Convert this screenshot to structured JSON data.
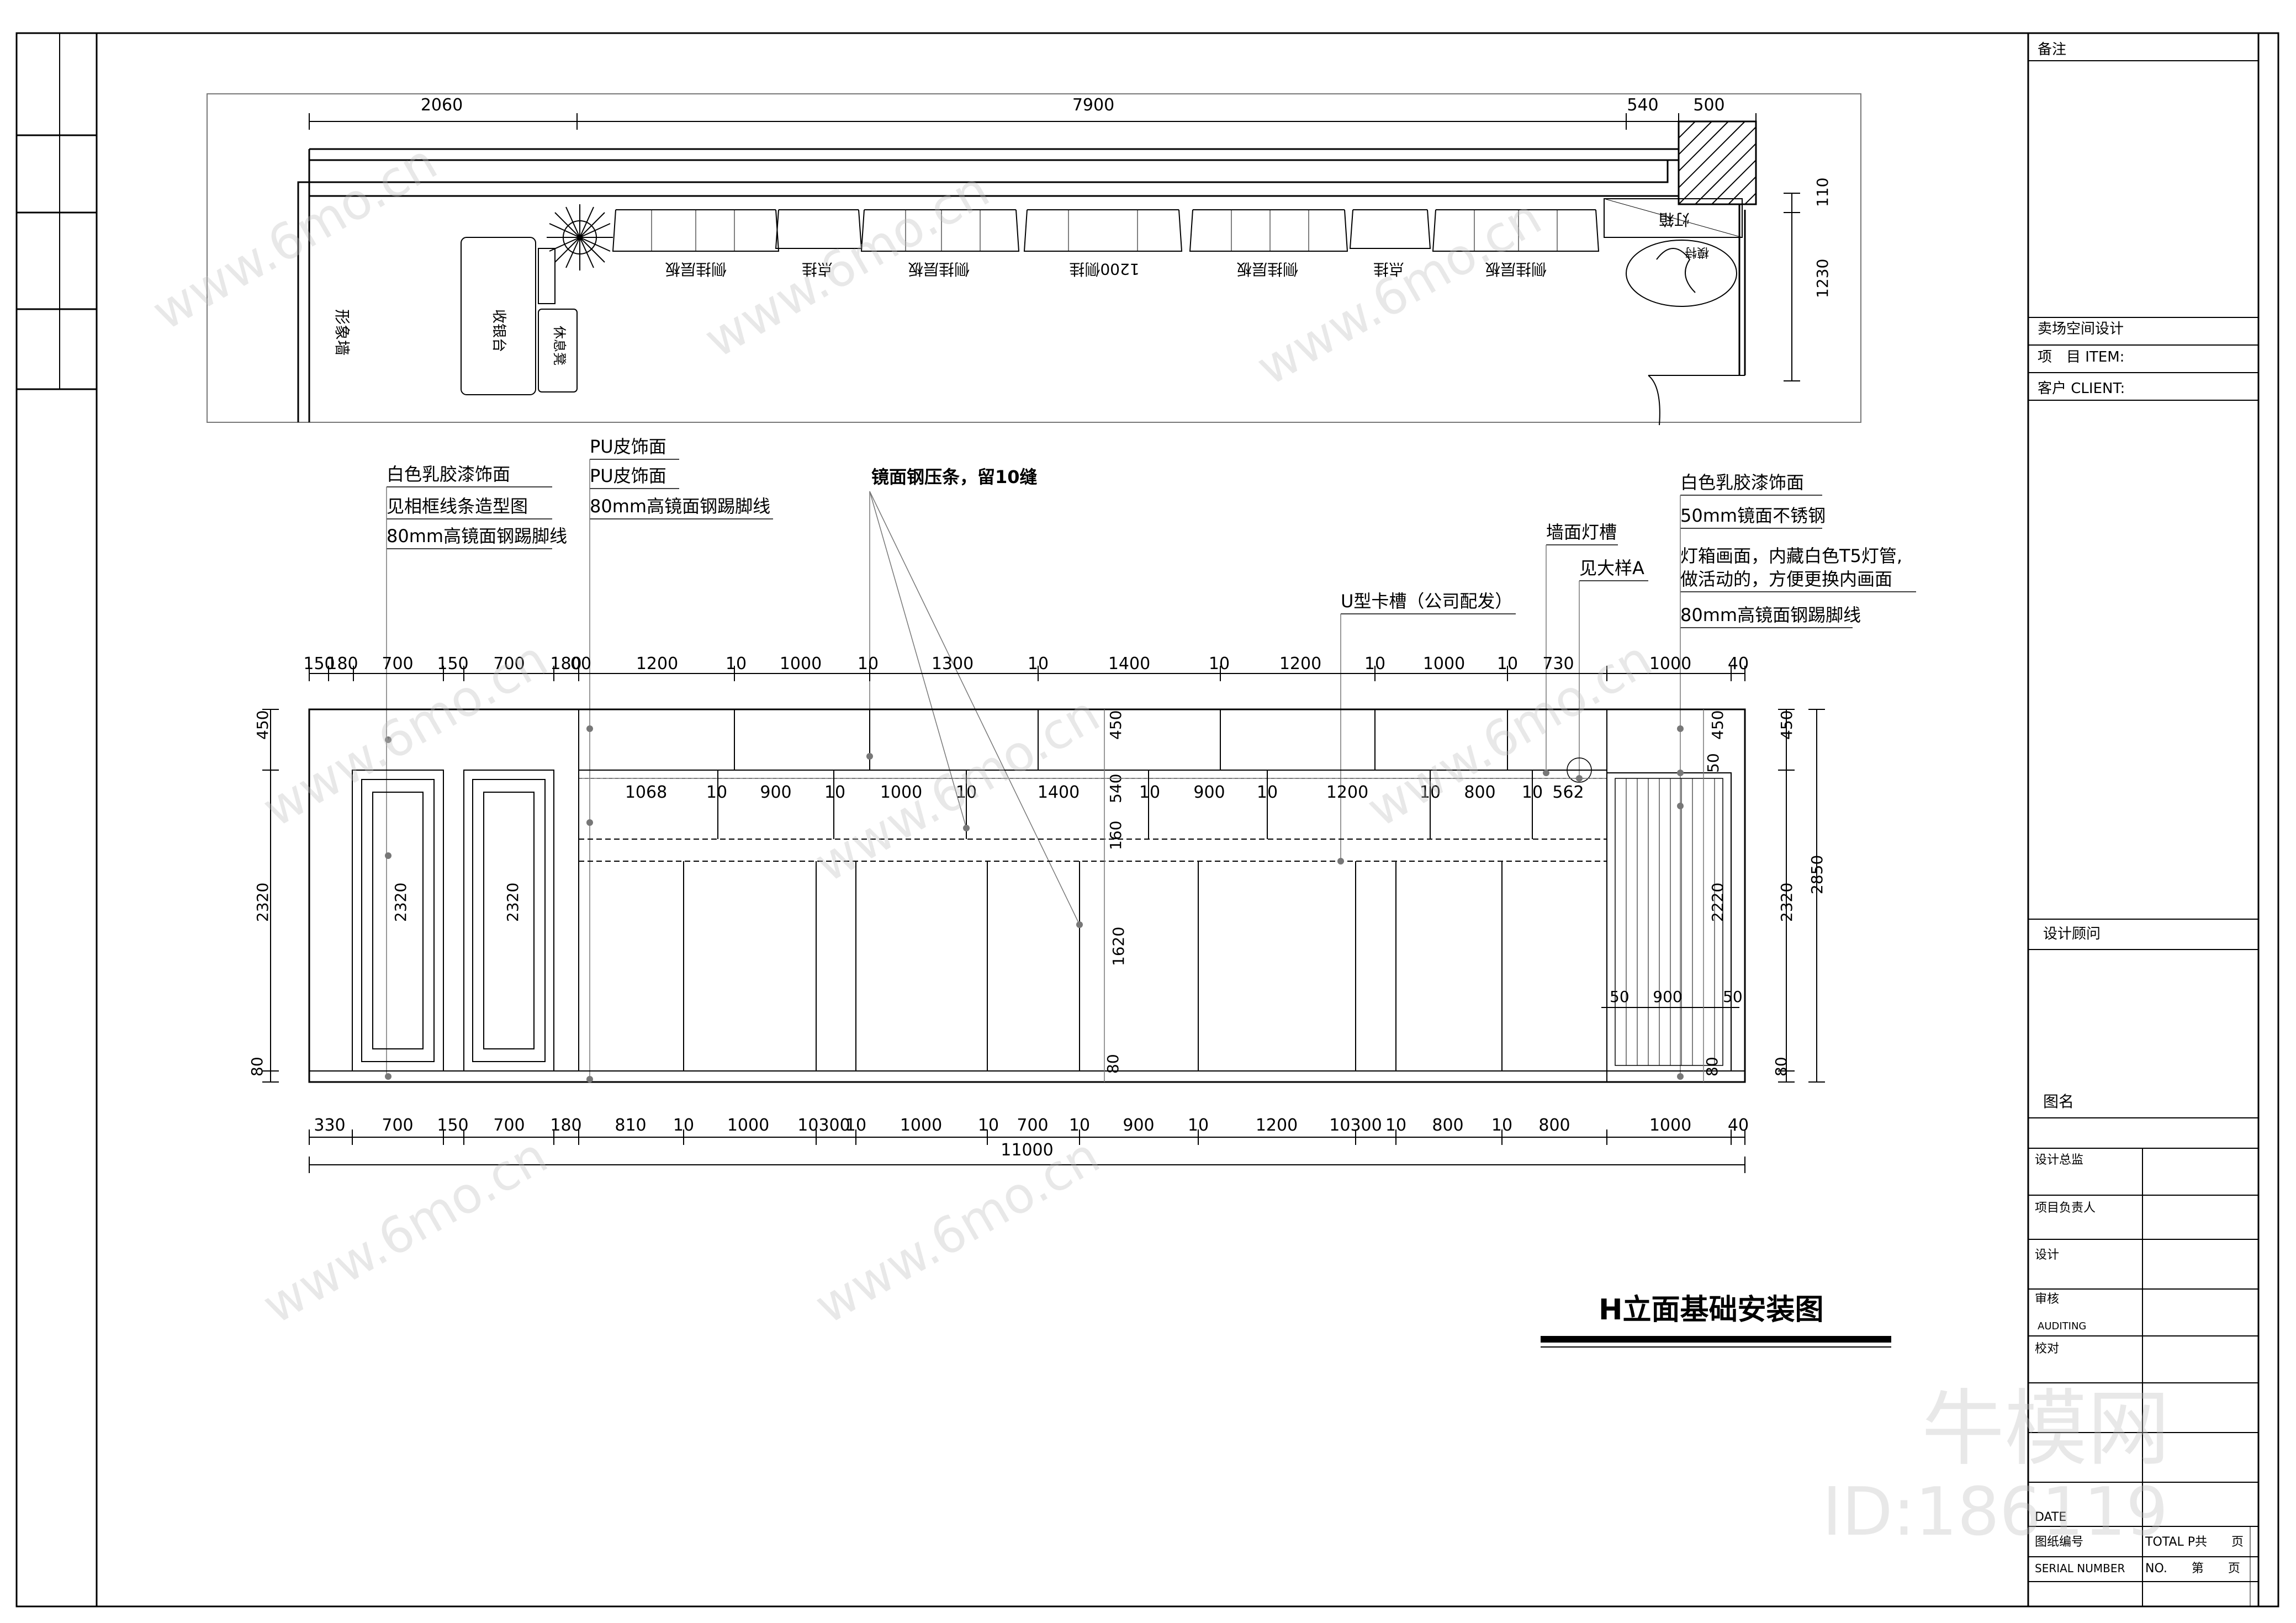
{
  "plan": {
    "dims_top": [
      "2060",
      "7900",
      "540",
      "500"
    ],
    "dims_right": [
      "110",
      "1230"
    ],
    "labels": {
      "cashier": "收银台",
      "rest_bench": "休息凳",
      "image_wall": "形象墙",
      "light_box": "灯箱",
      "side_hang_1": "侧挂层板",
      "point_hang_1": "点挂",
      "side_hang_2": "侧挂层板",
      "side_hang_1200": "1200侧挂",
      "side_hang_3": "侧挂层板",
      "point_hang_2": "点挂",
      "side_hang_4": "侧挂层板",
      "model": "模特"
    }
  },
  "notes": {
    "left": [
      "白色乳胶漆饰面",
      "见相框线条造型图",
      "80mm高镜面钢踢脚线"
    ],
    "pu": [
      "PU皮饰面",
      "PU皮饰面",
      "80mm高镜面钢踢脚线"
    ],
    "mirror_strip": "镜面钢压条，留10缝",
    "u_slot": "U型卡槽（公司配发）",
    "wall_light_slot": "墙面灯槽",
    "see_detail": "见大样A",
    "right": [
      "白色乳胶漆饰面",
      "50mm镜面不锈钢",
      "灯箱画面，内藏白色T5灯管,",
      "做活动的，方便更换内画面",
      "80mm高镜面钢踢脚线"
    ]
  },
  "elevation": {
    "top_dims": [
      "150",
      "180",
      "700",
      "150",
      "700",
      "180",
      "00",
      "1200",
      "10",
      "1000",
      "10",
      "1300",
      "10",
      "1400",
      "10",
      "1200",
      "10",
      "1000",
      "10",
      "730",
      "1000",
      "40"
    ],
    "inner_dims": [
      "1068",
      "10",
      "900",
      "10",
      "1000",
      "10",
      "1400",
      "10",
      "900",
      "10",
      "1200",
      "10",
      "800",
      "10",
      "562"
    ],
    "bottom_dims": [
      "330",
      "700",
      "150",
      "700",
      "180",
      "810",
      "10",
      "1000",
      "10300",
      "10",
      "1000",
      "10",
      "700",
      "10",
      "900",
      "10",
      "1200",
      "10300",
      "10",
      "800",
      "10",
      "800",
      "1000",
      "40"
    ],
    "total": "11000",
    "left_dims": [
      "450",
      "2320",
      "80"
    ],
    "door_dims": [
      "2320",
      "2320"
    ],
    "mid_dims": [
      "450",
      "540",
      "160",
      "1620",
      "80"
    ],
    "right_inner_dims": [
      "50",
      "450",
      "2220",
      "80"
    ],
    "right_dims": [
      "450",
      "2320",
      "80",
      "2850"
    ],
    "lightbox_dims": [
      "50",
      "900",
      "50"
    ]
  },
  "drawing_title": "H立面基础安装图",
  "title_block": {
    "remarks": "备注",
    "project": "卖场空间设计",
    "item": "项　目 ITEM:",
    "client": "客户 CLIENT:",
    "consultant": "设计顾问",
    "drawing_name": "图名",
    "director": "设计总监",
    "pm": "项目负责人",
    "design": "设计",
    "audit": "审核",
    "auditing": "AUDITING",
    "check": "校对",
    "date": "DATE",
    "drawing_no": "图纸编号",
    "total": "TOTAL P共　　页",
    "serial": "SERIAL NUMBER",
    "no": "NO.　　第　　页"
  },
  "watermark": {
    "brand": "牛模网",
    "site": "www.6mo.cn",
    "id": "ID:186119"
  }
}
